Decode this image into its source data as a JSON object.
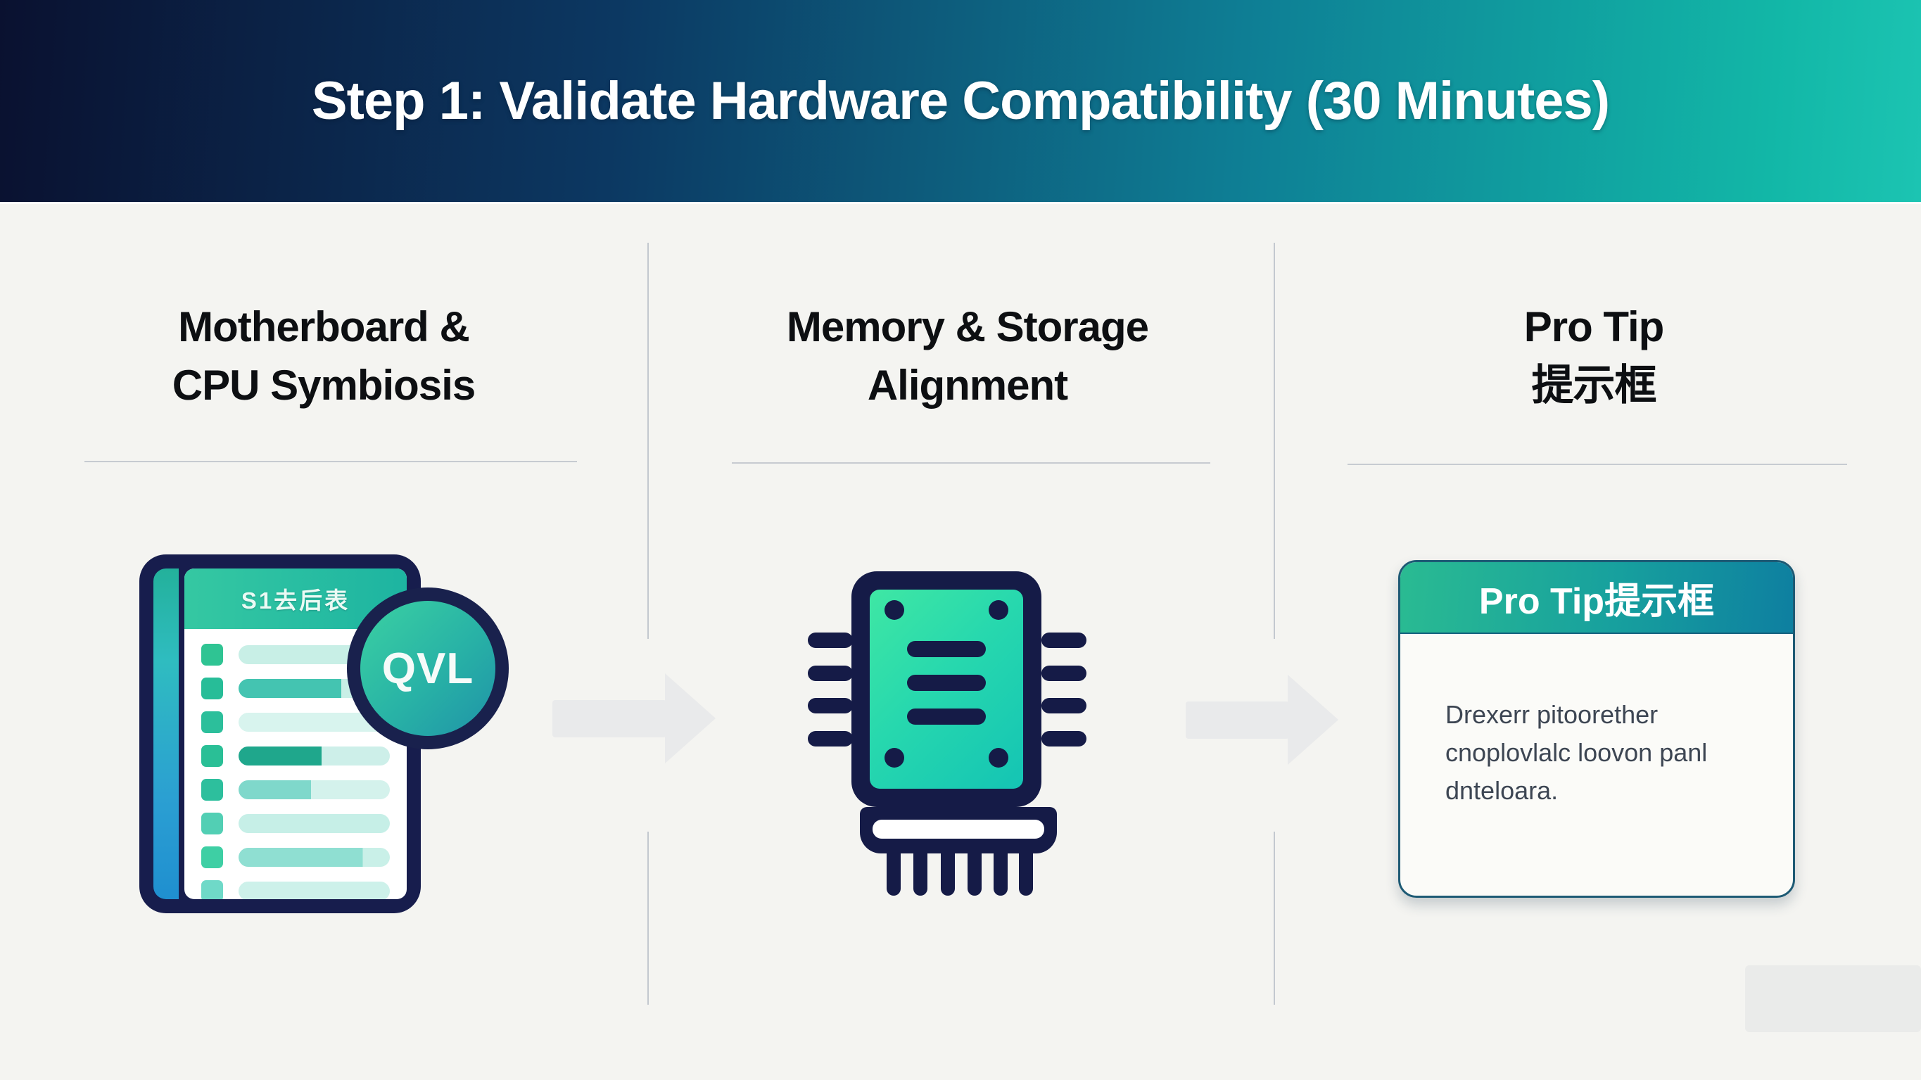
{
  "header": {
    "title": "Step 1: Validate Hardware Compatibility (30 Minutes)"
  },
  "columns": [
    {
      "title_line1": "Motherboard &",
      "title_line2": "CPU Symbiosis"
    },
    {
      "title_line1": "Memory & Storage",
      "title_line2": "Alignment"
    },
    {
      "title_line1": "Pro Tip",
      "title_line2": "提示框"
    }
  ],
  "qvl_document": {
    "header_text": "S1去后表",
    "badge_label": "QVL",
    "rows": [
      {
        "check": "#2fc493",
        "color1": "#c8efe6"
      },
      {
        "check": "#27bd98",
        "color1": "#44c4b1",
        "split": 68,
        "color2": "#c8efe6"
      },
      {
        "check": "#2cbf9b",
        "color1": "#d8f4ee"
      },
      {
        "check": "#2abf96",
        "color1": "#1fa78c",
        "split": 55,
        "color2": "#cdefe9"
      },
      {
        "check": "#2dbf9d",
        "color1": "#7fd8cb",
        "split": 48,
        "color2": "#d4f2ec"
      },
      {
        "check": "#52cfb4",
        "color1": "#c6efe7"
      },
      {
        "check": "#3ecfa4",
        "color1": "#8fdfd2",
        "split": 82,
        "color2": "#c9f0e8"
      },
      {
        "check": "#6fd9c8",
        "color1": "#cdf1ea"
      }
    ]
  },
  "pro_tip_box": {
    "header": "Pro Tip提示框",
    "body_lines": [
      "Drexerr pitoorether",
      "cnoplovlalc loovon panl",
      "dnteloara."
    ]
  },
  "colors": {
    "banner_left": "#0a1130",
    "banner_mid": "#0e7f95",
    "banner_right": "#12b7a7",
    "icon_navy": "#151b47",
    "icon_green": "#3fe7a4",
    "icon_teal": "#14c4b4",
    "tip_header_left": "#2abb92",
    "tip_header_right": "#0e7fa0",
    "background": "#f4f4f1",
    "divider": "#c3c8cf",
    "arrow": "#e9eaeb"
  }
}
